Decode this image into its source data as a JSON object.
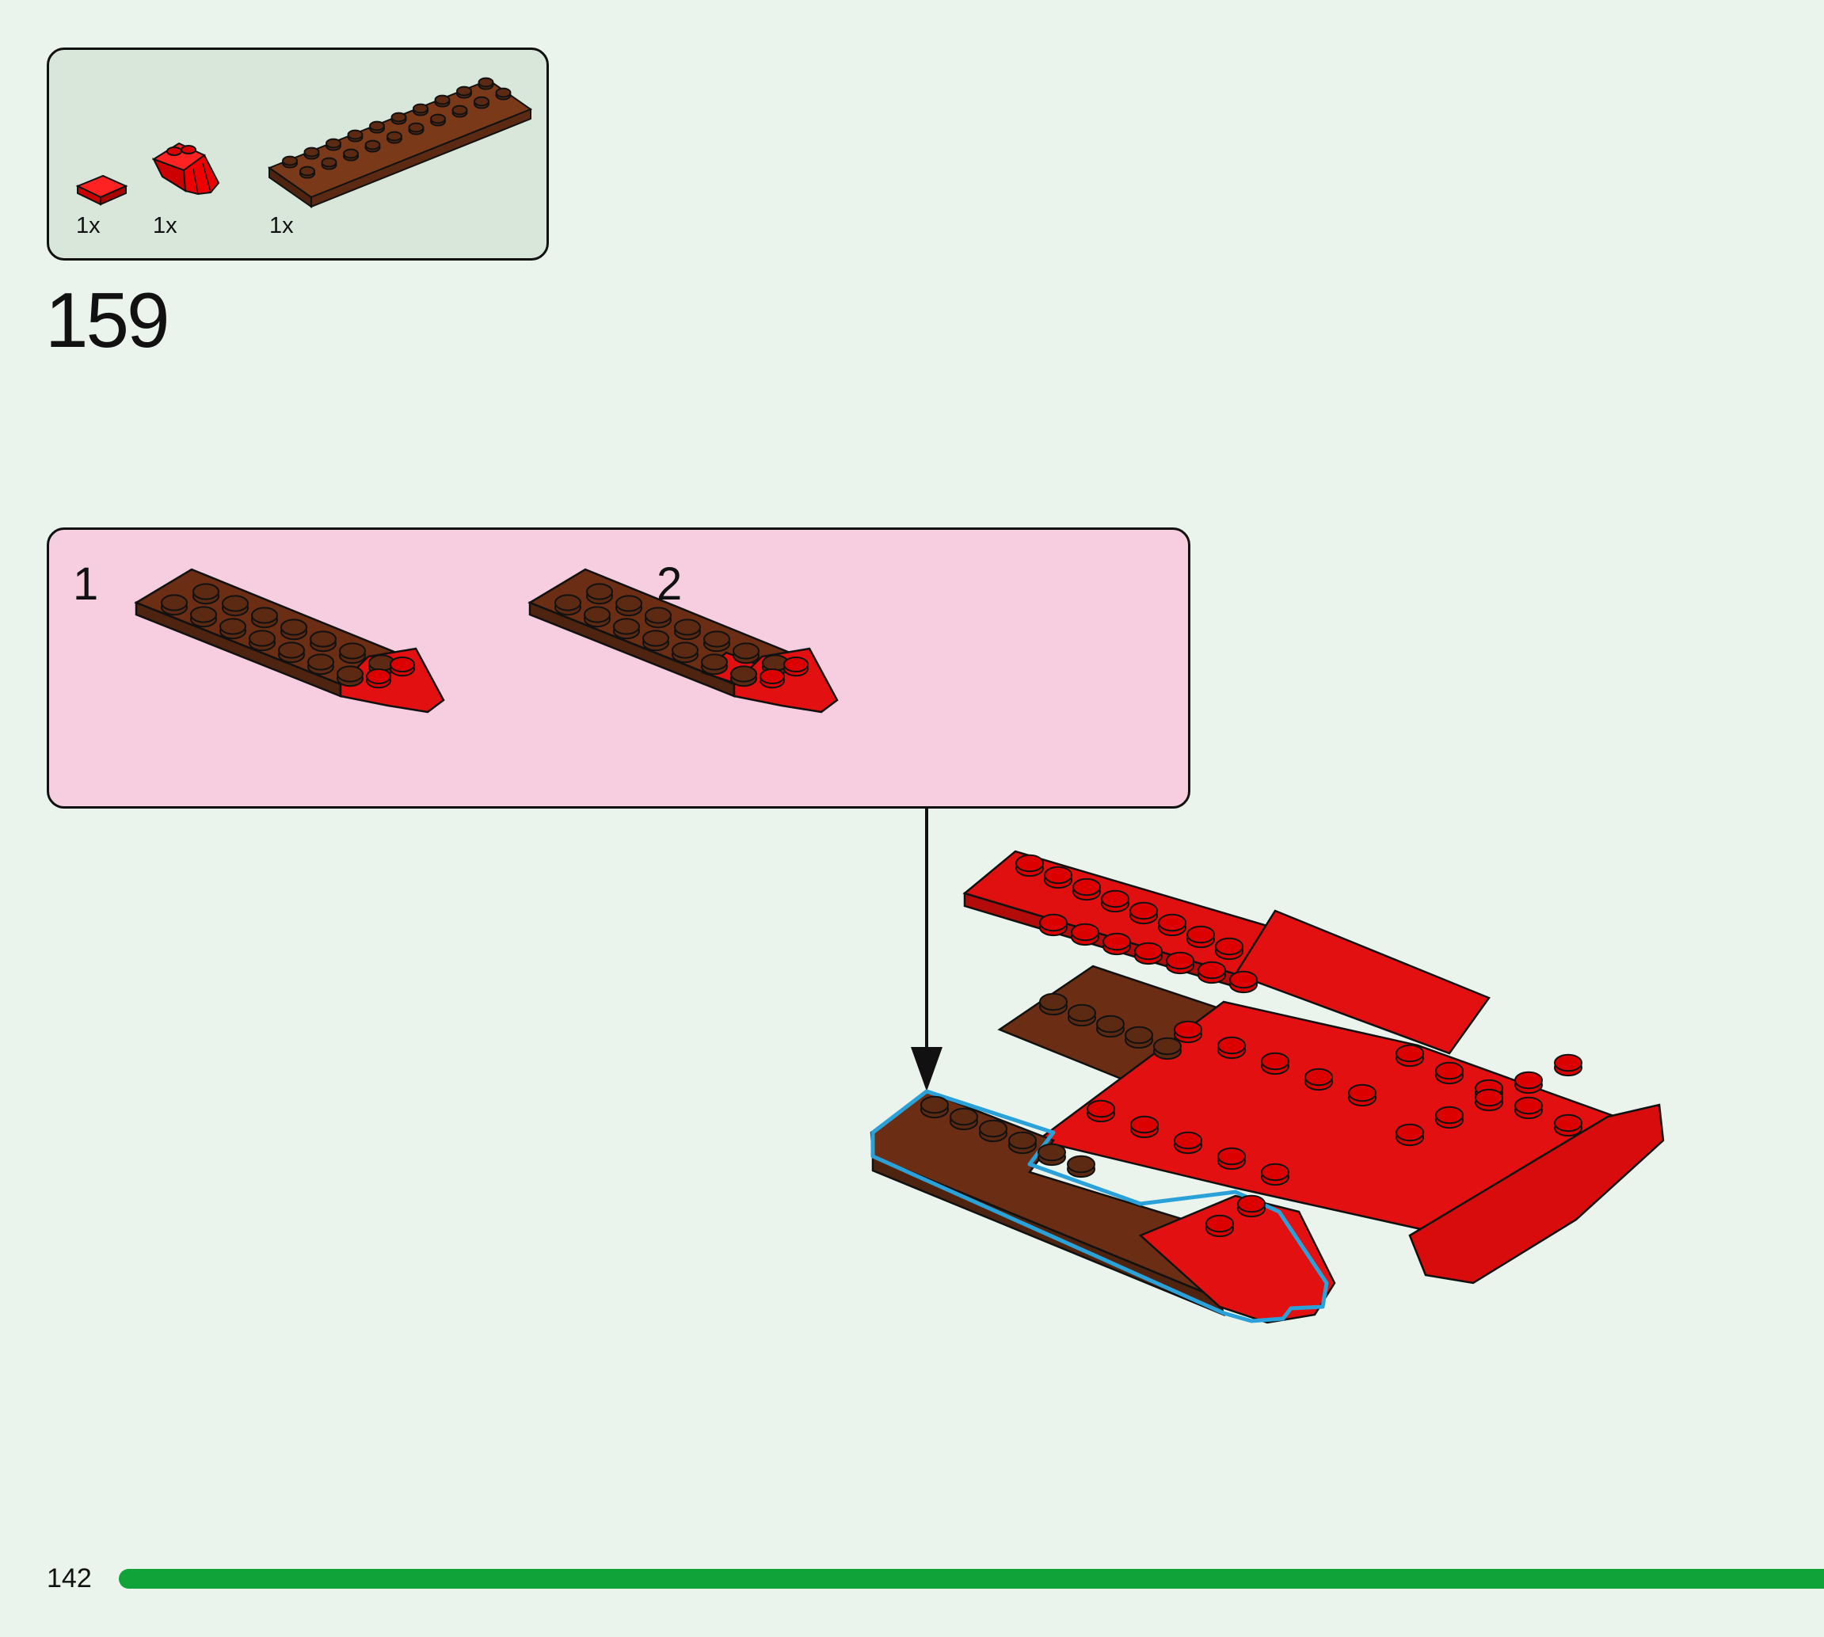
{
  "parts_list": {
    "items": [
      {
        "part": "red-tile-1x1",
        "quantity": "1x"
      },
      {
        "part": "red-claw-piece",
        "quantity": "1x"
      },
      {
        "part": "brown-plate-2x10",
        "quantity": "1x"
      }
    ]
  },
  "step": {
    "number": "159"
  },
  "sub_steps": [
    {
      "number": "1"
    },
    {
      "number": "2"
    }
  ],
  "footer": {
    "page_number": "142"
  },
  "colors": {
    "background": "#ebf4ec",
    "parts_box": "#d9e6da",
    "sub_box": "#f7cde0",
    "brick_red": "#e20f0f",
    "brick_brown": "#6b2e14",
    "highlight": "#2aa1d8",
    "progress": "#0fa33a"
  }
}
